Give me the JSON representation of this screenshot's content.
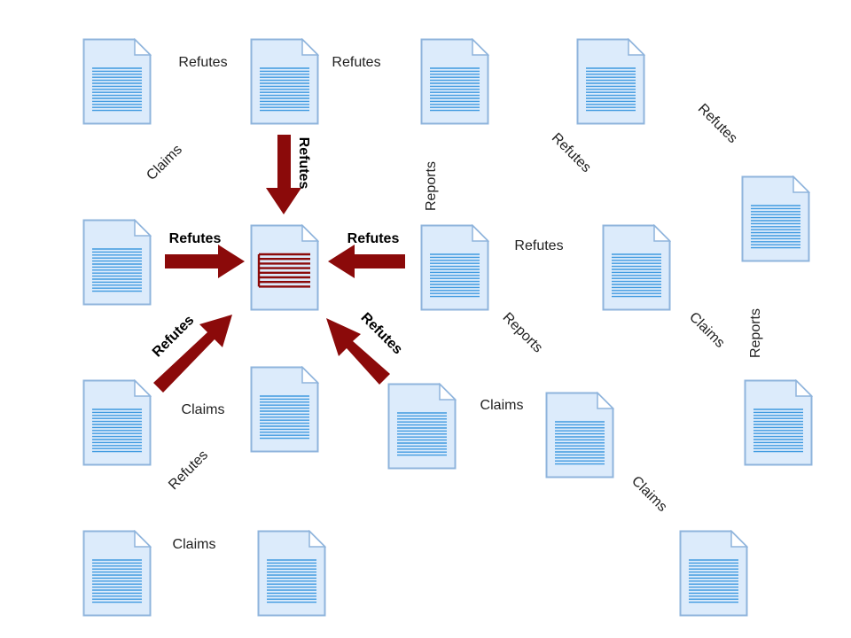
{
  "diagram": {
    "colors": {
      "doc_page": "#dcebfb",
      "doc_border": "#8fb4dc",
      "doc_lines": "#3f9ae0",
      "doc_fold": "#ffffff",
      "target_lines": "#8b0a0a",
      "arrow": "#8b0a0a"
    },
    "icons": {
      "document": "document-icon",
      "arrow": "arrow-icon"
    },
    "labels": {
      "refutes": "Refutes",
      "claims": "Claims",
      "reports": "Reports"
    }
  }
}
